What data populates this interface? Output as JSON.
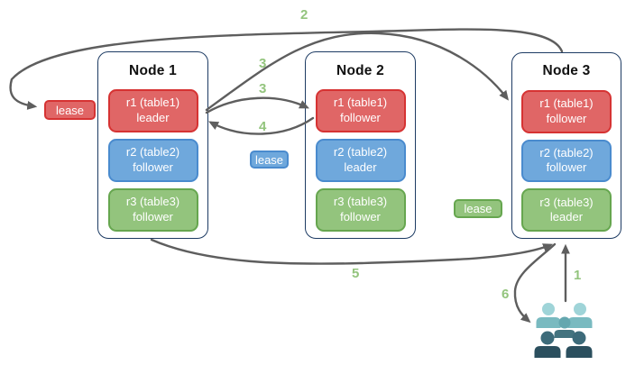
{
  "diagram": {
    "nodes": [
      {
        "title": "Node 1",
        "replicas": [
          {
            "name": "r1 (table1)",
            "role": "leader"
          },
          {
            "name": "r2 (table2)",
            "role": "follower"
          },
          {
            "name": "r3 (table3)",
            "role": "follower"
          }
        ]
      },
      {
        "title": "Node 2",
        "replicas": [
          {
            "name": "r1 (table1)",
            "role": "follower"
          },
          {
            "name": "r2 (table2)",
            "role": "leader"
          },
          {
            "name": "r3 (table3)",
            "role": "follower"
          }
        ]
      },
      {
        "title": "Node 3",
        "replicas": [
          {
            "name": "r1 (table1)",
            "role": "follower"
          },
          {
            "name": "r2 (table2)",
            "role": "follower"
          },
          {
            "name": "r3 (table3)",
            "role": "leader"
          }
        ]
      }
    ],
    "leases": [
      {
        "label": "lease",
        "color": "#e06666",
        "border": "#d63333"
      },
      {
        "label": "lease",
        "color": "#6fa8dc",
        "border": "#4a8bce"
      },
      {
        "label": "lease",
        "color": "#93c47d",
        "border": "#66a64f"
      }
    ],
    "steps": {
      "n1": "1",
      "n2": "2",
      "n3a": "3",
      "n3b": "3",
      "n4": "4",
      "n5": "5",
      "n6": "6"
    },
    "colors": {
      "background": "#ffffff",
      "node_border": "#1d3b63",
      "replica_red_fill": "#e06666",
      "replica_red_border": "#d63333",
      "replica_blue_fill": "#6fa8dc",
      "replica_blue_border": "#4a8bce",
      "replica_green_fill": "#93c47d",
      "replica_green_border": "#66a64f",
      "arrow": "#5e5e5e",
      "step_label": "#93c47d"
    },
    "users_icon": {
      "name": "users-icon",
      "colors": {
        "light_head": "#9fd4d8",
        "light_body": "#79bac0",
        "mid_head": "#64a7af",
        "mid_body": "#44737f",
        "dark_head": "#3d6b7a",
        "dark_body": "#2b4f5e"
      }
    }
  }
}
